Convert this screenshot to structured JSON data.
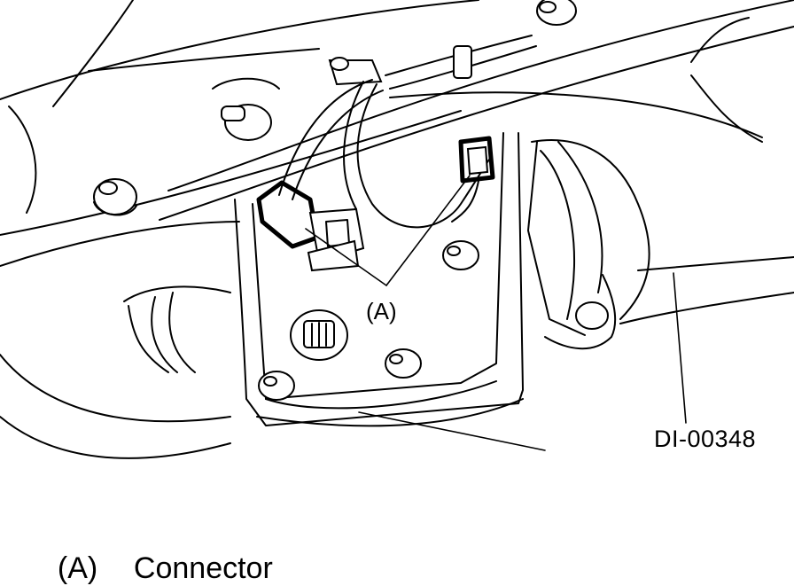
{
  "figure": {
    "id": "DI-00348",
    "callout_label": "(A)"
  },
  "legend": {
    "items": [
      {
        "key": "(A)",
        "label": "Connector"
      }
    ]
  },
  "colors": {
    "ink": "#000000",
    "paper": "#ffffff"
  },
  "icons": [
    "bolt-head",
    "wire-harness",
    "connector-plug",
    "mount-bracket"
  ]
}
